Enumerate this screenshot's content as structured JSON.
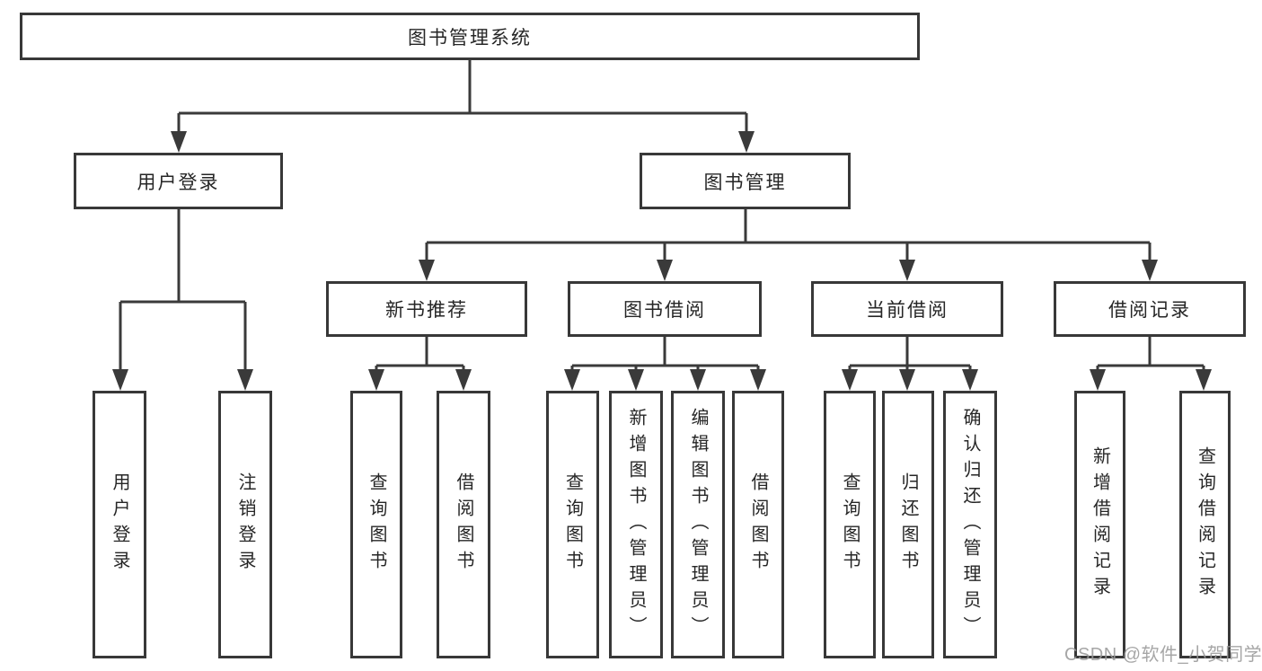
{
  "diagram": {
    "root": {
      "label": "图书管理系统"
    },
    "level2": [
      {
        "label": "用户登录"
      },
      {
        "label": "图书管理"
      }
    ],
    "level3": [
      {
        "label": "新书推荐"
      },
      {
        "label": "图书借阅"
      },
      {
        "label": "当前借阅"
      },
      {
        "label": "借阅记录"
      }
    ],
    "leaves": {
      "login": [
        "用户登录",
        "注销登录"
      ],
      "recommend": [
        "查询图书",
        "借阅图书"
      ],
      "borrow": [
        "查询图书",
        "新增图书（管理员）",
        "编辑图书（管理员）",
        "借阅图书"
      ],
      "current": [
        "查询图书",
        "归还图书",
        "确认归还（管理员）"
      ],
      "records": [
        "新增借阅记录",
        "查询借阅记录"
      ]
    }
  },
  "watermark": {
    "text": "CSDN @软件_小贺同学"
  },
  "colors": {
    "line": "#3a3a3a",
    "box_border": "#383838",
    "text": "#262626",
    "watermark": "#9a9a9a",
    "background": "#ffffff"
  }
}
